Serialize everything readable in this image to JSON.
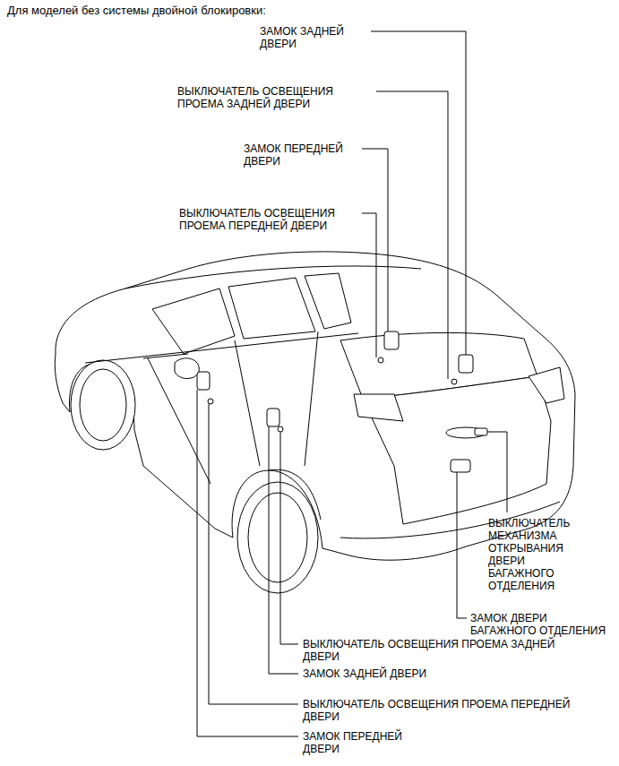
{
  "diagram": {
    "title": "Для моделей без системы двойной блокировки:",
    "labels": [
      "ЗАМОК ЗАДНЕЙ ДВЕРИ",
      "ВЫКЛЮЧАТЕЛЬ ОСВЕЩЕНИЯ ПРОЕМА ЗАДНЕЙ ДВЕРИ",
      "ЗАМОК ПЕРЕДНЕЙ ДВЕРИ",
      "ВЫКЛЮЧАТЕЛЬ ОСВЕЩЕНИЯ ПРОЕМА ПЕРЕДНЕЙ ДВЕРИ",
      "ВЫКЛЮЧАТЕЛЬ МЕХАНИЗМА ОТКРЫВАНИЯ ДВЕРИ БАГАЖНОГО ОТДЕЛЕНИЯ",
      "ЗАМОК ДВЕРИ БАГАЖНОГО ОТДЕЛЕНИЯ",
      "ВЫКЛЮЧАТЕЛЬ ОСВЕЩЕНИЯ ПРОЕМА ЗАДНЕЙ ДВЕРИ",
      "ЗАМОК ЗАДНЕЙ ДВЕРИ",
      "ВЫКЛЮЧАТЕЛЬ ОСВЕЩЕНИЯ ПРОЕМА ПЕРЕДНЕЙ ДВЕРИ",
      "ЗАМОК ПЕРЕДНЕЙ ДВЕРИ"
    ]
  }
}
